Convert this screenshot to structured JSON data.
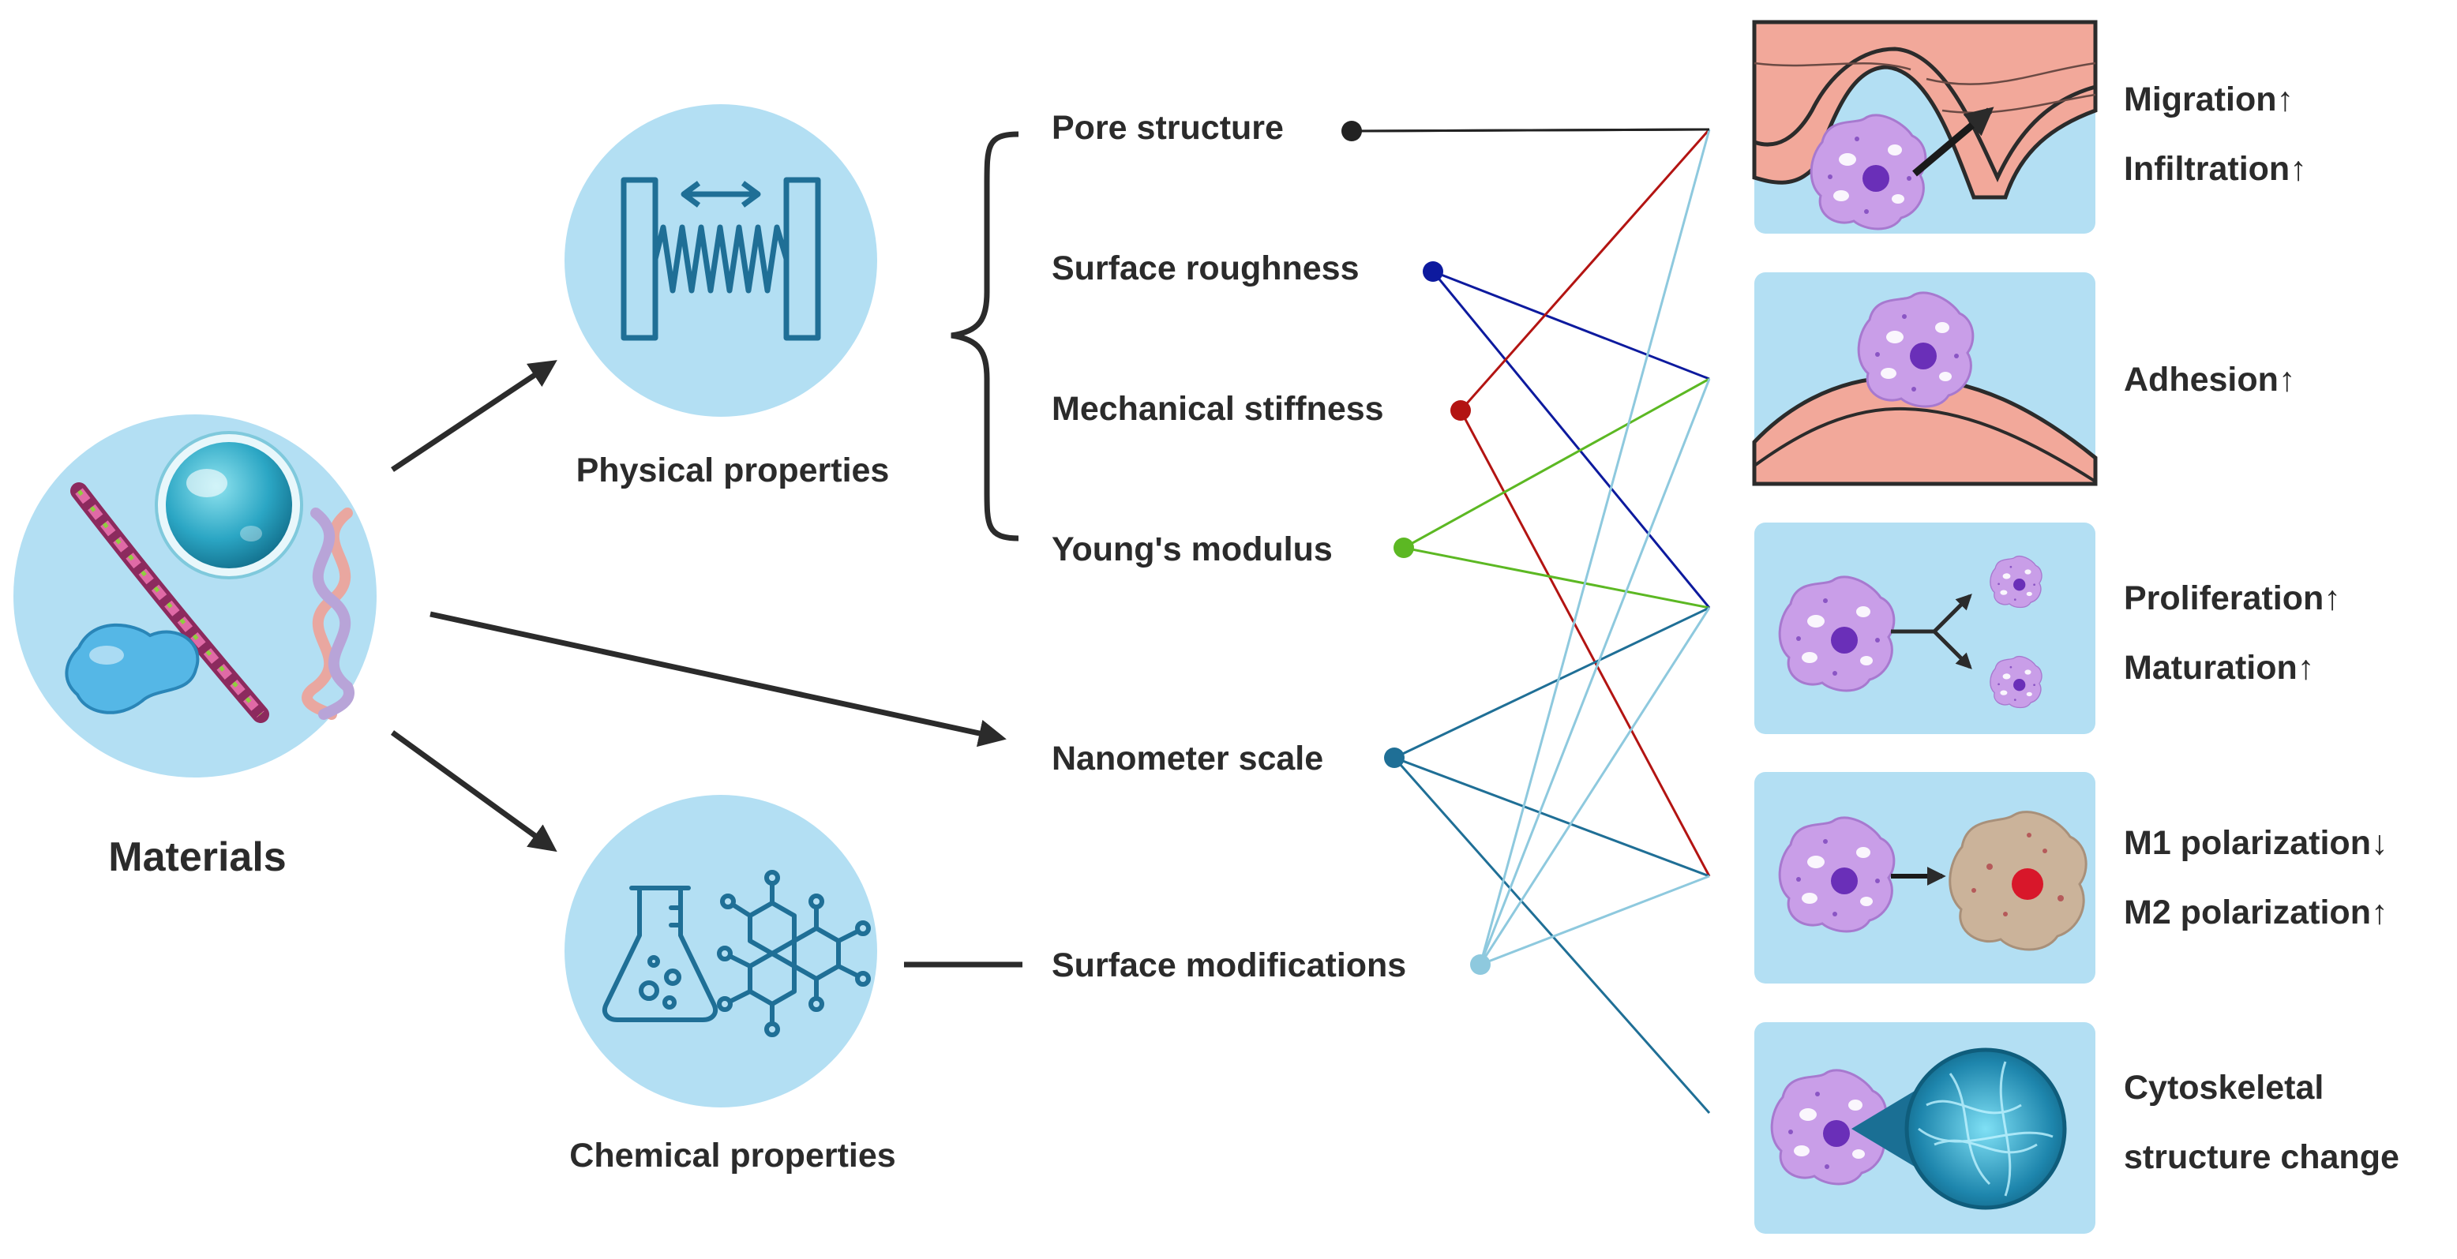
{
  "materials": {
    "label": "Materials"
  },
  "physical": {
    "label": "Physical properties"
  },
  "chemical": {
    "label": "Chemical properties"
  },
  "properties": [
    {
      "label": "Pore structure",
      "color": "#222222"
    },
    {
      "label": "Surface roughness",
      "color": "#0d1a9e"
    },
    {
      "label": "Mechanical stiffness",
      "color": "#b31412"
    },
    {
      "label": "Young's modulus",
      "color": "#5cb823"
    },
    {
      "label": "Nanometer scale",
      "color": "#1f6f96"
    },
    {
      "label": "Surface modifications",
      "color": "#8ec9de"
    }
  ],
  "outcomes": [
    {
      "lines": [
        "Migration↑",
        "Infiltration↑"
      ]
    },
    {
      "lines": [
        "Adhesion↑"
      ]
    },
    {
      "lines": [
        "Proliferation↑",
        "Maturation↑"
      ]
    },
    {
      "lines": [
        "M1 polarization↓",
        "M2 polarization↑"
      ]
    },
    {
      "lines": [
        "Cytoskeletal",
        "structure change"
      ]
    }
  ],
  "connections": [
    {
      "from": 0,
      "to": 0
    },
    {
      "from": 1,
      "to": 1
    },
    {
      "from": 1,
      "to": 2
    },
    {
      "from": 2,
      "to": 0
    },
    {
      "from": 2,
      "to": 3
    },
    {
      "from": 3,
      "to": 1
    },
    {
      "from": 3,
      "to": 2
    },
    {
      "from": 4,
      "to": 2
    },
    {
      "from": 4,
      "to": 3
    },
    {
      "from": 4,
      "to": 4
    },
    {
      "from": 5,
      "to": 0
    },
    {
      "from": 5,
      "to": 1
    },
    {
      "from": 5,
      "to": 2
    },
    {
      "from": 5,
      "to": 3
    }
  ],
  "colors": {
    "circle_fill": "#b3dff3",
    "panel_fill": "#b3dff3",
    "icon_stroke": "#1f6f96",
    "arrow": "#2b2b2b",
    "cell": "#c99ee8",
    "cell_nucleus": "#6a2fb8",
    "tissue": "#f2a89a"
  }
}
